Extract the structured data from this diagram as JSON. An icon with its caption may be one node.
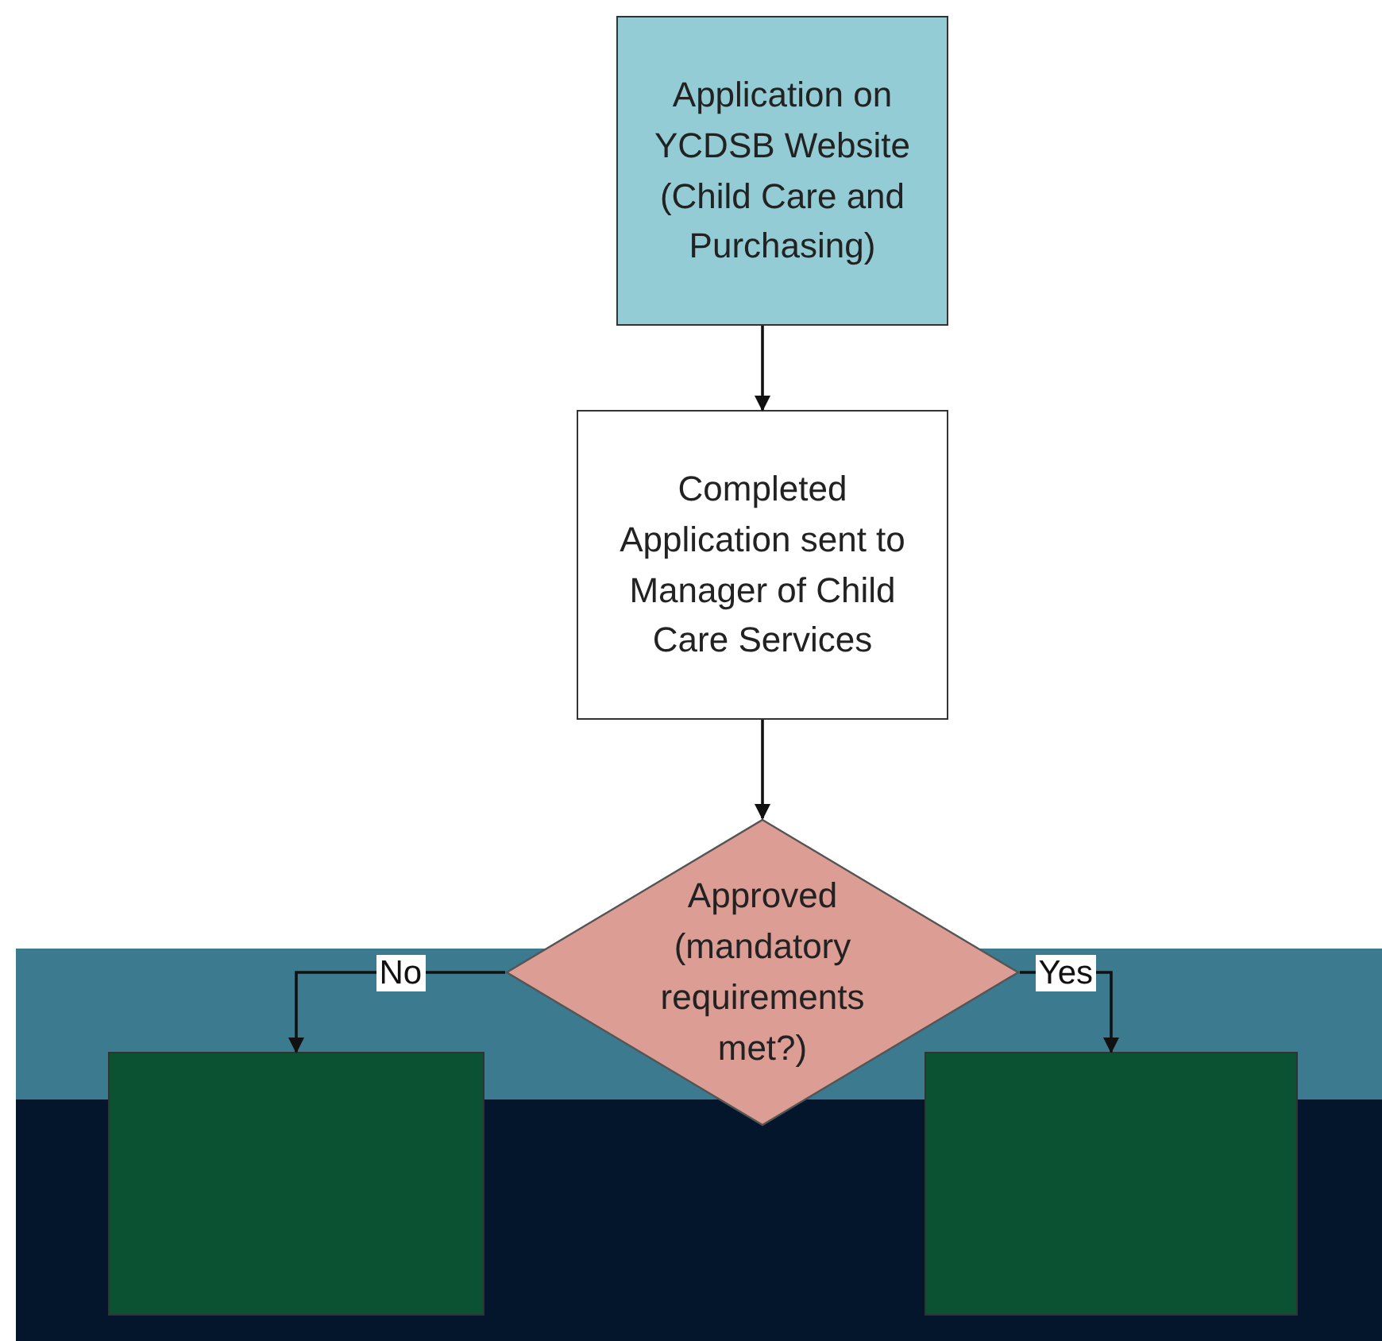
{
  "diagram": {
    "nodes": [
      {
        "text": [
          "Application on YCDSB Website (Child Care and Purchasing)"
        ]
      },
      {
        "text": [
          "Completed Application sent to Manager of Child Care Services"
        ]
      },
      {
        "text": [
          "Approved (mandatory requirements met?)"
        ]
      },
      {
        "text": [],
        "shape": "box"
      },
      {
        "text": [],
        "shape": "box"
      }
    ],
    "edges": [
      {
        "from": 0,
        "to": 1,
        "arrow": "to"
      },
      {
        "from": 1,
        "to": 2,
        "arrow": "to"
      },
      {
        "from": 2,
        "to": 3,
        "arrow": "to",
        "label": "No"
      },
      {
        "from": 2,
        "to": 4,
        "arrow": "to",
        "label": "Yes"
      }
    ]
  }
}
